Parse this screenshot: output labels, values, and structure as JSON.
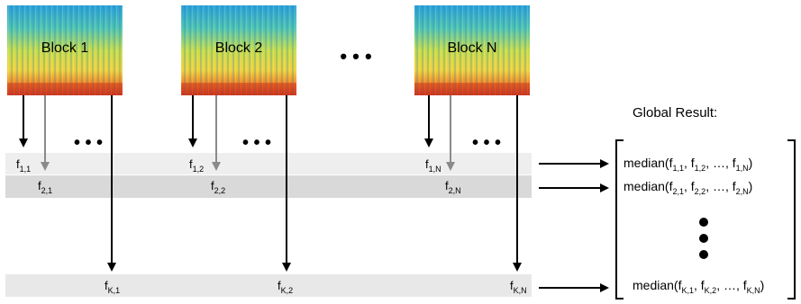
{
  "blocks": [
    {
      "label": "Block 1"
    },
    {
      "label": "Block 2"
    },
    {
      "label": "Block N"
    }
  ],
  "ellipsis": "• • •",
  "global_result_label": "Global Result:",
  "features": {
    "row1": [
      {
        "base": "f",
        "sub": "1,1"
      },
      {
        "base": "f",
        "sub": "1,2"
      },
      {
        "base": "f",
        "sub": "1,N"
      }
    ],
    "row2": [
      {
        "base": "f",
        "sub": "2,1"
      },
      {
        "base": "f",
        "sub": "2,2"
      },
      {
        "base": "f",
        "sub": "2,N"
      }
    ],
    "rowK": [
      {
        "base": "f",
        "sub": "K,1"
      },
      {
        "base": "f",
        "sub": "K,2"
      },
      {
        "base": "f",
        "sub": "K,N"
      }
    ]
  },
  "results": [
    {
      "fn": "median(",
      "terms": [
        {
          "base": "f",
          "sub": "1,1"
        },
        {
          "base": "f",
          "sub": "1,2"
        },
        {
          "base": "…",
          "sub": ""
        },
        {
          "base": "f",
          "sub": "1,N"
        }
      ],
      "close": ")"
    },
    {
      "fn": "median(",
      "terms": [
        {
          "base": "f",
          "sub": "2,1"
        },
        {
          "base": "f",
          "sub": "2,2"
        },
        {
          "base": "…",
          "sub": ""
        },
        {
          "base": "f",
          "sub": "2,N"
        }
      ],
      "close": ")"
    },
    {
      "fn": "median(",
      "terms": [
        {
          "base": "f",
          "sub": "K,1"
        },
        {
          "base": "f",
          "sub": "K,2"
        },
        {
          "base": "…",
          "sub": ""
        },
        {
          "base": "f",
          "sub": "K,N"
        }
      ],
      "close": ")"
    }
  ],
  "colors": {
    "row1_band": "#eeeeee",
    "row2_band": "#d9d9d9",
    "rowK_band": "#e8e8e8",
    "arrow_black": "#000000",
    "arrow_gray": "#8a8a8a",
    "spectrogram_low": "#1f8fd0",
    "spectrogram_mid": "#e8e03a",
    "spectrogram_high": "#d8281a"
  }
}
